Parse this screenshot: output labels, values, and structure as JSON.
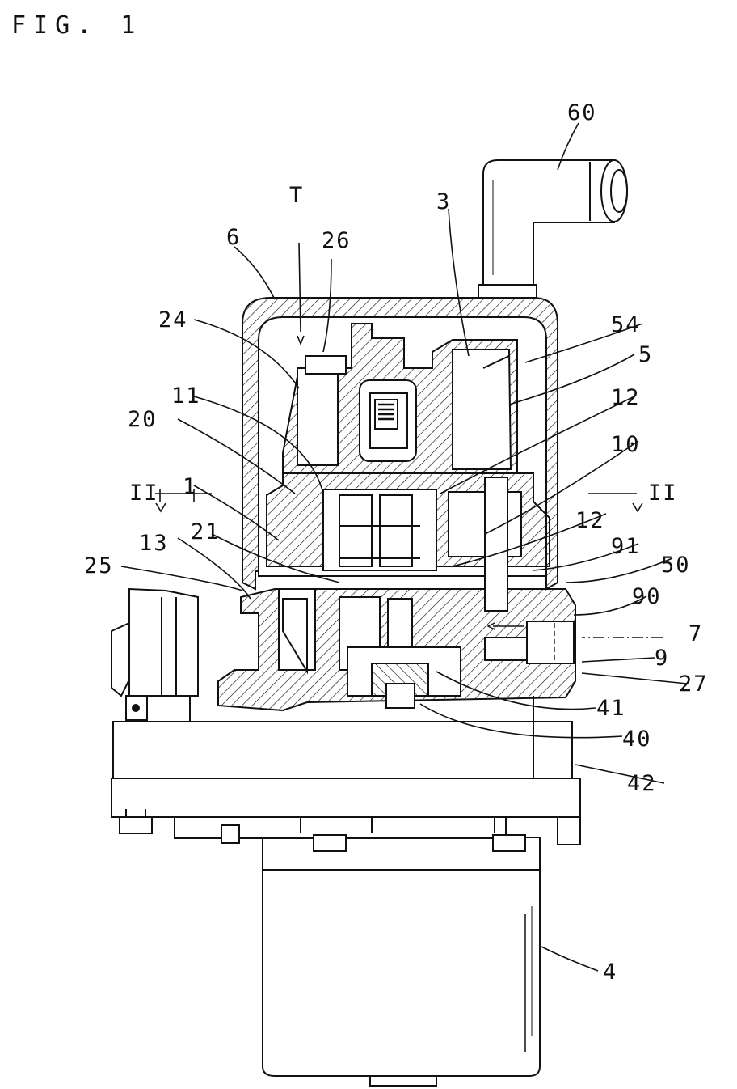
{
  "figure": {
    "title": "FIG. 1",
    "labels": {
      "l60": "60",
      "lT": "T",
      "l6": "6",
      "l26": "26",
      "l3": "3",
      "l24": "24",
      "l54": "54",
      "l5": "5",
      "l11": "11",
      "l12a": "12",
      "l20": "20",
      "l10": "10",
      "l1": "1",
      "lIIl": "II",
      "lIIr": "II",
      "l21": "21",
      "l12b": "12",
      "l13": "13",
      "l91": "91",
      "l25": "25",
      "l50": "50",
      "l90": "90",
      "l7": "7",
      "l9": "9",
      "l27": "27",
      "l41": "41",
      "l40": "40",
      "l42": "42",
      "l4": "4"
    }
  }
}
